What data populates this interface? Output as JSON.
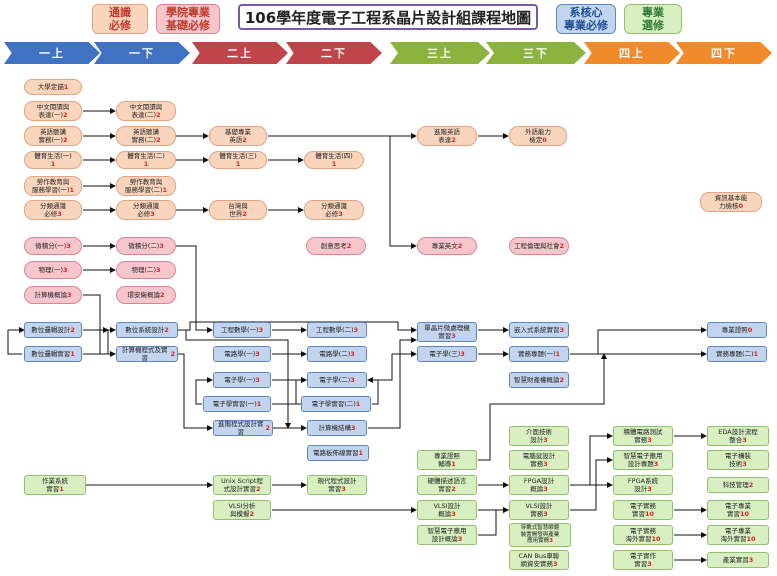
{
  "title": "106學年度電子工程系晶片設計組課程地圖",
  "legend": {
    "general": "通識\n必修",
    "college": "學院專業\n基礎必修",
    "core": "系核心\n專業必修",
    "elective": "專業\n選修"
  },
  "semesters": [
    "一上",
    "一下",
    "二上",
    "二下",
    "三上",
    "三下",
    "四上",
    "四下"
  ],
  "colors": {
    "sem_blue": "#3f72c2",
    "sem_red": "#c0454a",
    "sem_green": "#8cb33e",
    "sem_orange": "#f08a2a",
    "general": "#f9d5bd",
    "college": "#f7c6cc",
    "core": "#c3d5ee",
    "elective": "#d7efc1"
  },
  "courses": [
    {
      "id": "g1",
      "name": "大學定錨",
      "credit": "1"
    },
    {
      "id": "g2",
      "name": "中文閱讀與\n表達(一)",
      "credit": "2"
    },
    {
      "id": "g3",
      "name": "中文閱讀與\n表達(二)",
      "credit": "2"
    },
    {
      "id": "g4",
      "name": "英語聽講\n實務(一)",
      "credit": "2"
    },
    {
      "id": "g5",
      "name": "英語聽講\n實務(二)",
      "credit": "2"
    },
    {
      "id": "g6",
      "name": "基礎專業\n英語",
      "credit": "2"
    },
    {
      "id": "g7",
      "name": "進階英語\n表達",
      "credit": "2"
    },
    {
      "id": "g8",
      "name": "外語能力\n檢定",
      "credit": "0"
    },
    {
      "id": "g9",
      "name": "體育生活(一)",
      "credit": "1"
    },
    {
      "id": "g10",
      "name": "體育生活(二)",
      "credit": "1"
    },
    {
      "id": "g11",
      "name": "體育生活(三)",
      "credit": "1"
    },
    {
      "id": "g12",
      "name": "體育生活(四)",
      "credit": "1"
    },
    {
      "id": "g13",
      "name": "勞作教育與\n服務學習(一)",
      "credit": "1"
    },
    {
      "id": "g14",
      "name": "勞作教育與\n服務學習(二)",
      "credit": "1"
    },
    {
      "id": "g15",
      "name": "分類通識\n必修",
      "credit": "3"
    },
    {
      "id": "g16",
      "name": "分類通識\n必修",
      "credit": "3"
    },
    {
      "id": "g17",
      "name": "台灣與\n世界",
      "credit": "2"
    },
    {
      "id": "g18",
      "name": "分類通識\n必修",
      "credit": "3"
    },
    {
      "id": "g19",
      "name": "資訊基本能\n力檢核",
      "credit": "0"
    },
    {
      "id": "s1",
      "name": "微積分(一)",
      "credit": "3"
    },
    {
      "id": "s2",
      "name": "微積分(二)",
      "credit": "3"
    },
    {
      "id": "s3",
      "name": "物理(一)",
      "credit": "3"
    },
    {
      "id": "s4",
      "name": "物理(二)",
      "credit": "3"
    },
    {
      "id": "s5",
      "name": "計算機概論",
      "credit": "3"
    },
    {
      "id": "s6",
      "name": "環安衛概論",
      "credit": "2"
    },
    {
      "id": "s7",
      "name": "創意思考",
      "credit": "2"
    },
    {
      "id": "s8",
      "name": "專業英文",
      "credit": "2"
    },
    {
      "id": "s9",
      "name": "工程倫理與社會",
      "credit": "2"
    },
    {
      "id": "c1",
      "name": "數位邏輯設計",
      "credit": "2"
    },
    {
      "id": "c2",
      "name": "數位邏輯實習",
      "credit": "1"
    },
    {
      "id": "c3",
      "name": "數位系統設計",
      "credit": "2"
    },
    {
      "id": "c4",
      "name": "計算機程式及實習",
      "credit": "2"
    },
    {
      "id": "c5",
      "name": "工程數學(一)",
      "credit": "3"
    },
    {
      "id": "c6",
      "name": "工程數學(二)",
      "credit": "3"
    },
    {
      "id": "c7",
      "name": "電路學(一)",
      "credit": "3"
    },
    {
      "id": "c8",
      "name": "電路學(二)",
      "credit": "3"
    },
    {
      "id": "c9",
      "name": "電子學(一)",
      "credit": "3"
    },
    {
      "id": "c10",
      "name": "電子學(二)",
      "credit": "3"
    },
    {
      "id": "c11",
      "name": "電子學實習(一)",
      "credit": "1"
    },
    {
      "id": "c12",
      "name": "電子學實習(二)",
      "credit": "1"
    },
    {
      "id": "c13",
      "name": "進階程式設計實習",
      "credit": "2"
    },
    {
      "id": "c14",
      "name": "計算機結構",
      "credit": "3"
    },
    {
      "id": "c15",
      "name": "電路板佈線實習",
      "credit": "1"
    },
    {
      "id": "c16",
      "name": "單晶片微處理機\n實習",
      "credit": "3"
    },
    {
      "id": "c17",
      "name": "電子學(三)",
      "credit": "3"
    },
    {
      "id": "c18",
      "name": "嵌入式系統實習",
      "credit": "3"
    },
    {
      "id": "c19",
      "name": "實務專題(一)",
      "credit": "1"
    },
    {
      "id": "c20",
      "name": "智慧財產權概論",
      "credit": "2"
    },
    {
      "id": "c21",
      "name": "專業證照",
      "credit": "0"
    },
    {
      "id": "c22",
      "name": "實務專題(二)",
      "credit": "1"
    },
    {
      "id": "e1",
      "name": "作業系統\n實習",
      "credit": "1"
    },
    {
      "id": "e2",
      "name": "Unix Script程\n式設計實習",
      "credit": "2"
    },
    {
      "id": "e3",
      "name": "現代程式設計\n實習",
      "credit": "3"
    },
    {
      "id": "e4",
      "name": "VLSI分析\n與模擬",
      "credit": "2"
    },
    {
      "id": "e5",
      "name": "專業證照\n輔導",
      "credit": "1"
    },
    {
      "id": "e6",
      "name": "硬體描述語言\n實習",
      "credit": "2"
    },
    {
      "id": "e7",
      "name": "VLSI設計\n概論",
      "credit": "3"
    },
    {
      "id": "e8",
      "name": "智慧電子應用\n設計概論",
      "credit": "3"
    },
    {
      "id": "e9",
      "name": "介面技術\n設計",
      "credit": "3"
    },
    {
      "id": "e10",
      "name": "電腦鼠設計\n實務",
      "credit": "3"
    },
    {
      "id": "e11",
      "name": "FPGA設計\n概論",
      "credit": "3"
    },
    {
      "id": "e12",
      "name": "VLSI設計\n實務",
      "credit": "3"
    },
    {
      "id": "e13",
      "name": "穿戴式智慧眼鏡\n裝置開發與產業\n應用實務",
      "credit": "3"
    },
    {
      "id": "e14",
      "name": "CAN Bus車聯\n網資安實務",
      "credit": "3"
    },
    {
      "id": "e15",
      "name": "積體電路測試\n實務",
      "credit": "3"
    },
    {
      "id": "e16",
      "name": "智慧電子應用\n設計專題",
      "credit": "3"
    },
    {
      "id": "e17",
      "name": "FPGA系統\n設計",
      "credit": "3"
    },
    {
      "id": "e18",
      "name": "電子實務\n實習",
      "credit": "10"
    },
    {
      "id": "e19",
      "name": "電子實務\n海外實習",
      "credit": "10"
    },
    {
      "id": "e20",
      "name": "電子實作\n實習",
      "credit": "3"
    },
    {
      "id": "e21",
      "name": "EDA設計流程\n整合",
      "credit": "3"
    },
    {
      "id": "e22",
      "name": "電子構裝\n技術",
      "credit": "3"
    },
    {
      "id": "e23",
      "name": "科技管理",
      "credit": "2"
    },
    {
      "id": "e24",
      "name": "電子專業\n實習",
      "credit": "10"
    },
    {
      "id": "e25",
      "name": "電子專業\n海外實習",
      "credit": "10"
    },
    {
      "id": "e26",
      "name": "產業實習",
      "credit": "3"
    }
  ]
}
